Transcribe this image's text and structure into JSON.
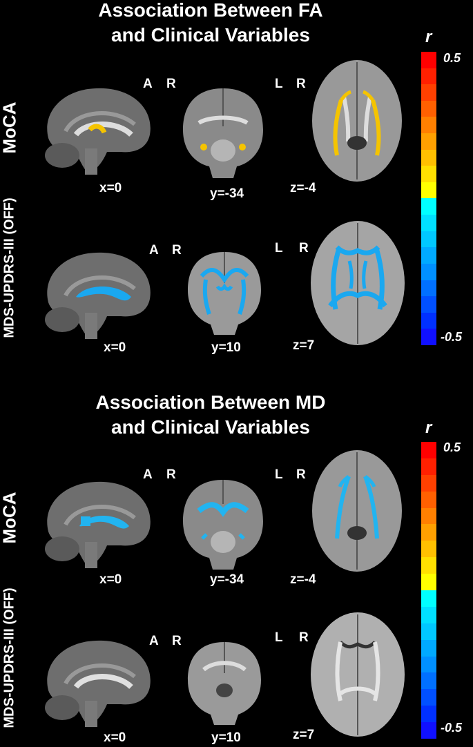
{
  "panels": [
    {
      "title_line1": "Association Between FA",
      "title_line2": "and Clinical Variables",
      "colorbar": {
        "symbol": "r",
        "max": "0.5",
        "min": "-0.5"
      },
      "rows": [
        {
          "variable": "MoCA",
          "sag_label": "A",
          "cor_label1": "R",
          "cor_label2": "L",
          "ax_label": "R",
          "x": "x=0",
          "y": "y=-34",
          "z": "z=-4",
          "color": "#f5c400"
        },
        {
          "variable": "MDS-UPDRS-III (OFF)",
          "sag_label": "A",
          "cor_label1": "R",
          "cor_label2": "L",
          "ax_label": "R",
          "x": "x=0",
          "y": "y=10",
          "z": "z=7",
          "color": "#1aa8f0"
        }
      ]
    },
    {
      "title_line1": "Association Between MD",
      "title_line2": "and Clinical Variables",
      "colorbar": {
        "symbol": "r",
        "max": "0.5",
        "min": "-0.5"
      },
      "rows": [
        {
          "variable": "MoCA",
          "sag_label": "A",
          "cor_label1": "R",
          "cor_label2": "L",
          "ax_label": "R",
          "x": "x=0",
          "y": "y=-34",
          "z": "z=-4",
          "color": "#22b4f0"
        },
        {
          "variable": "MDS-UPDRS-III (OFF)",
          "sag_label": "A",
          "cor_label1": "R",
          "cor_label2": "L",
          "ax_label": "R",
          "x": "x=0",
          "y": "y=10",
          "z": "z=7",
          "color": "none"
        }
      ]
    }
  ],
  "colorbar_colors": [
    "#ff0000",
    "#ff2000",
    "#ff4000",
    "#ff6000",
    "#ff8000",
    "#ffa000",
    "#ffc000",
    "#ffe000",
    "#ffff00",
    "#00ffff",
    "#00e0ff",
    "#00c8ff",
    "#00aaff",
    "#0090ff",
    "#0070ff",
    "#0050ff",
    "#0030ff",
    "#1010ff"
  ]
}
